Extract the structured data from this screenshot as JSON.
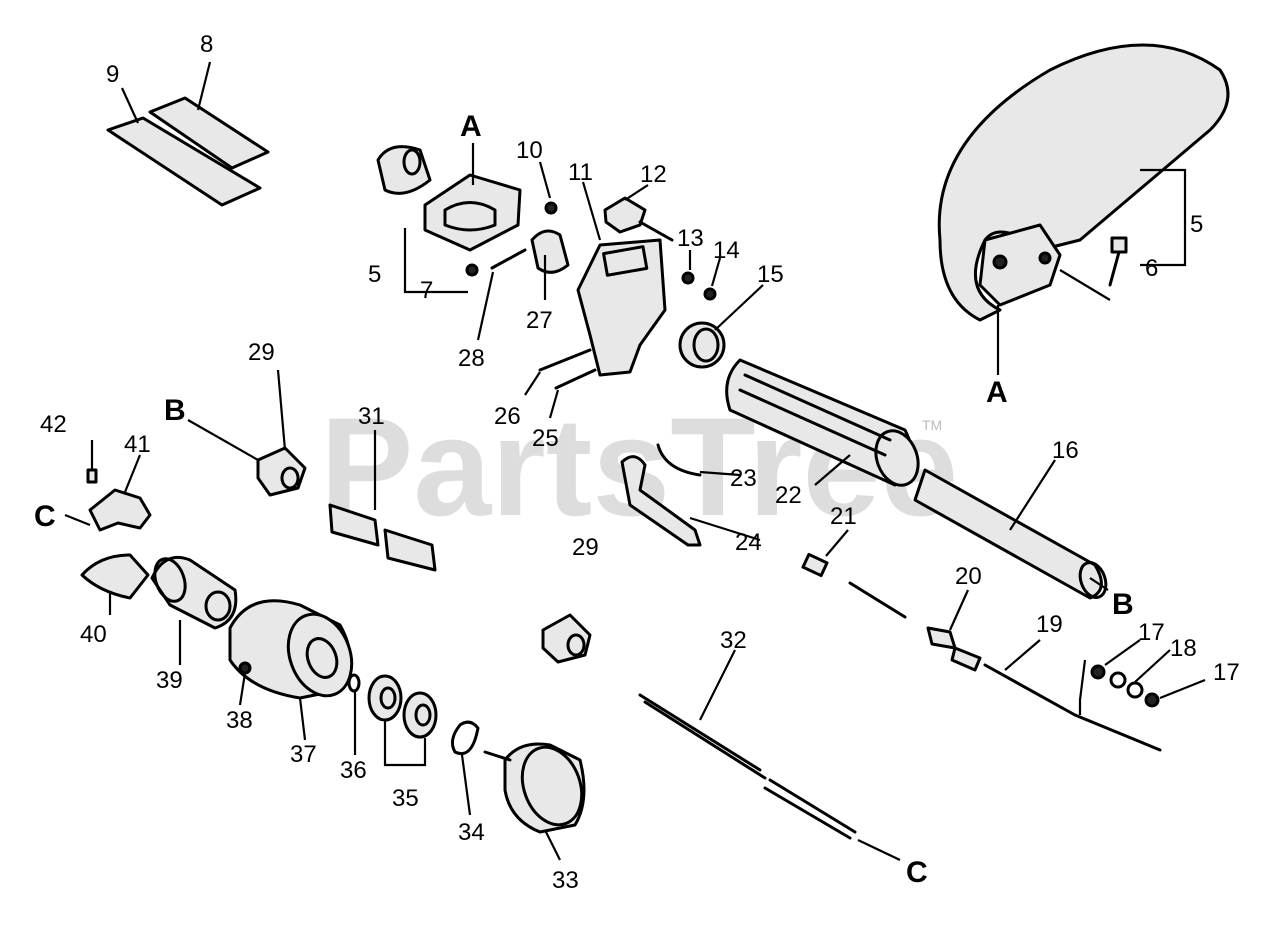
{
  "watermark": {
    "text": "PartsTree",
    "trademark": "TM"
  },
  "callouts": [
    "8",
    "9",
    "5",
    "7",
    "10",
    "11",
    "12",
    "13",
    "14",
    "15",
    "27",
    "28",
    "26",
    "25",
    "29",
    "31",
    "42",
    "41",
    "40",
    "39",
    "38",
    "37",
    "36",
    "35",
    "34",
    "33",
    "22",
    "23",
    "24",
    "16",
    "21",
    "20",
    "19",
    "17",
    "18",
    "32",
    "6"
  ],
  "reference_letters": [
    "A",
    "B",
    "C"
  ]
}
